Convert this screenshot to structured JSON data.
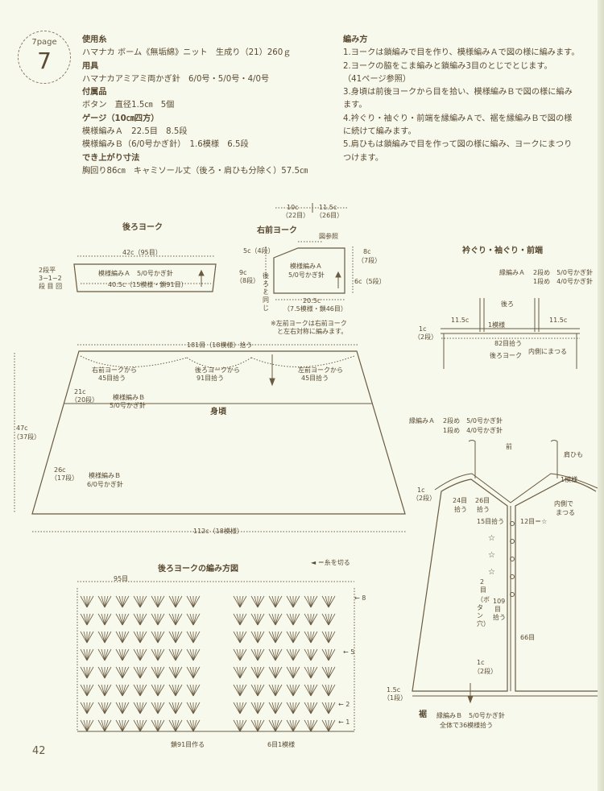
{
  "badge": {
    "page": "7page",
    "number": "7"
  },
  "spec": [
    {
      "t": "使用糸",
      "h": true
    },
    {
      "t": "ハマナカ ボーム《無垢綿》ニット　生成り（21）260ｇ",
      "h": false
    },
    {
      "t": "用具",
      "h": true
    },
    {
      "t": "ハマナカアミアミ両かぎ針　6/0号・5/0号・4/0号",
      "h": false
    },
    {
      "t": "付属品",
      "h": true
    },
    {
      "t": "ボタン　直径1.5㎝　5個",
      "h": false
    },
    {
      "t": "ゲージ（10㎝四方）",
      "h": true
    },
    {
      "t": "模様編みＡ　22.5目　8.5段",
      "h": false
    },
    {
      "t": "模様編みＢ（6/0号かぎ針）　1.6模様　6.5段",
      "h": false
    },
    {
      "t": "でき上がり寸法",
      "h": true
    },
    {
      "t": "胸回り86㎝　キャミソール丈（後ろ・肩ひも分除く）57.5㎝",
      "h": false
    }
  ],
  "steps": [
    {
      "t": "編み方",
      "h": true
    },
    {
      "t": "1.ヨークは鎖編みで目を作り、模様編みＡで図の様に編みます。",
      "h": false
    },
    {
      "t": "2.ヨークの脇をこま編みと鎖編み3目のとじでとじます。",
      "h": false
    },
    {
      "t": "（41ページ参照）",
      "h": false
    },
    {
      "t": "3.身頃は前後ヨークから目を拾い、模様編みＢで図の様に編み",
      "h": false
    },
    {
      "t": "ます。",
      "h": false
    },
    {
      "t": "4.衿ぐり・袖ぐり・前端を縁編みＡで、裾を縁編みＢで図の様",
      "h": false
    },
    {
      "t": "に続けて編みます。",
      "h": false
    },
    {
      "t": "5.肩ひもは鎖編みで目を作って図の様に編み、ヨークにまつり",
      "h": false
    },
    {
      "t": "つけます。",
      "h": false
    }
  ],
  "back_yoke": {
    "title": "後ろヨーク",
    "width": "42c（95目）",
    "pattern": "模様編みＡ　5/0号かぎ針",
    "bottom": "40.5c（15模様・鎖91目）",
    "dec1": "2段平",
    "dec2": "3−1−2",
    "dec3": "段 目 回"
  },
  "right_yoke": {
    "title": "右前ヨーク",
    "top1": "10c",
    "top1b": "（22目）",
    "top2": "11.5c",
    "top2b": "（26目）",
    "ref": "図参照",
    "left1": "5c（4段）",
    "left2": "9c",
    "left2b": "（8段）",
    "same": "後ろと同じ",
    "pattern1": "模様編みＡ",
    "pattern2": "5/0号かぎ針",
    "r1": "8c",
    "r1b": "（7段）",
    "r2": "6c（5段）",
    "bottom1": "20.5c",
    "bottom2": "（7.5模様・鎖46目）",
    "note1": "※左前ヨークは右前ヨーク",
    "note2": "と左右対称に編みます。"
  },
  "body": {
    "pick": "181目（18模様）拾う",
    "p1a": "右前ヨークから",
    "p1b": "45目拾う",
    "p2a": "後ろヨークから",
    "p2b": "91目拾う",
    "p3a": "左前ヨークから",
    "p3b": "45目拾う",
    "h1": "21c",
    "h1b": "（20段）",
    "pat1a": "模様編みＢ",
    "pat1b": "5/0号かぎ針",
    "title": "身頃",
    "total": "47c",
    "totalb": "（37段）",
    "h2": "26c",
    "h2b": "（17段）",
    "pat2a": "模様編みＢ",
    "pat2b": "6/0号かぎ針",
    "bottom": "112c（18模様）"
  },
  "chart": {
    "title": "後ろヨークの編み方図",
    "legend": "◄ ＝糸を切る",
    "count": "95目",
    "r8": "← 8",
    "r5": "← 5",
    "r2": "← 2",
    "r1": "← 1",
    "start": "鎖91目作る",
    "rep": "6目1模様"
  },
  "neck": {
    "title": "衿ぐり・袖ぐり・前端",
    "ea": "縁編みＡ",
    "ea1": "2段め　5/0号かぎ針",
    "ea2": "1段め　4/0号かぎ針",
    "back": "後ろ",
    "c1": "1c",
    "c1b": "（2段）",
    "w1": "11.5c",
    "one": "1模様",
    "w2": "11.5c",
    "pick82": "82目拾う",
    "by": "後ろヨーク",
    "inside": "内側にまつる"
  },
  "front": {
    "ea": "縁編みＡ",
    "ea1": "2段め　5/0号かぎ針",
    "ea2": "1段め　4/0号かぎ針",
    "front": "前",
    "strap": "肩ひも",
    "one": "1模様",
    "c1": "1c",
    "c1b": "（2段）",
    "p24a": "24目",
    "p24b": "拾う",
    "p26a": "26目",
    "p26b": "拾う",
    "inside1": "内側で",
    "inside2": "まつる",
    "p15": "15目拾う",
    "p12": "12目＝☆",
    "b2": "2",
    "b2b": "目",
    "btn": "（ボタン穴）",
    "p109a": "109",
    "p109b": "目",
    "p109c": "拾う",
    "s66": "66目",
    "c1d": "1c",
    "c1e": "（2段）",
    "c15": "1.5c",
    "c15b": "（1段）",
    "hem": "裾",
    "eb": "縁編みＢ　5/0号かぎ針",
    "eb2": "全体で36模様拾う"
  },
  "page_number": "42"
}
